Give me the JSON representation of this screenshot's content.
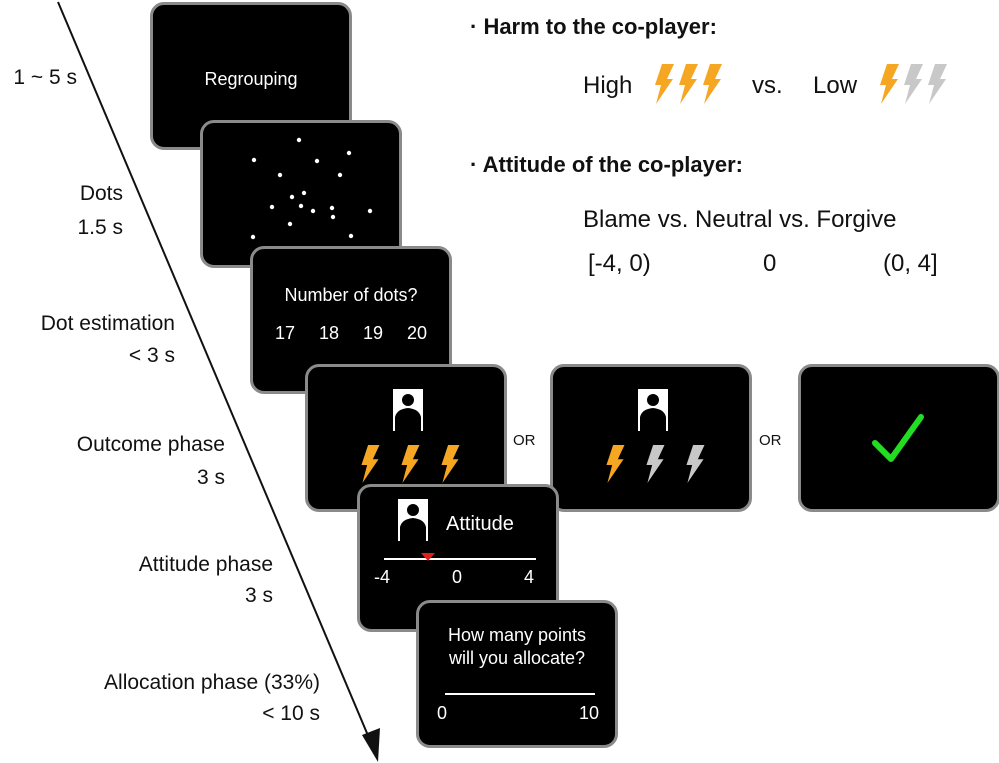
{
  "timeline": [
    {
      "name": "",
      "duration": "1 ~ 5 s"
    },
    {
      "name": "Dots",
      "duration": "1.5 s"
    },
    {
      "name": "Dot estimation",
      "duration": "< 3 s"
    },
    {
      "name": "Outcome phase",
      "duration": "3 s"
    },
    {
      "name": "Attitude phase",
      "duration": "3 s"
    },
    {
      "name": "Allocation phase (33%)",
      "duration": "< 10 s"
    }
  ],
  "screens": {
    "regrouping": "Regrouping",
    "dot_question": "Number of dots?",
    "dot_options": [
      "17",
      "18",
      "19",
      "20"
    ],
    "or": "OR",
    "attitude_title": "Attitude",
    "attitude_ticks": [
      "-4",
      "0",
      "4"
    ],
    "allocation_q1": "How many points",
    "allocation_q2": "will you allocate?",
    "allocation_ticks": [
      "0",
      "10"
    ]
  },
  "legend": {
    "harm_title": "· Harm to the co-player:",
    "high": "High",
    "vs": "vs.",
    "low": "Low",
    "attitude_title": "· Attitude of the co-player:",
    "attitude_line": "Blame vs. Neutral vs. Forgive",
    "ranges": [
      "[-4, 0)",
      "0",
      "(0, 4]"
    ]
  },
  "colors": {
    "bolt_active": "#f5a623",
    "bolt_inactive": "#c8c8c8",
    "check": "#22dd22",
    "marker": "#e02020"
  }
}
